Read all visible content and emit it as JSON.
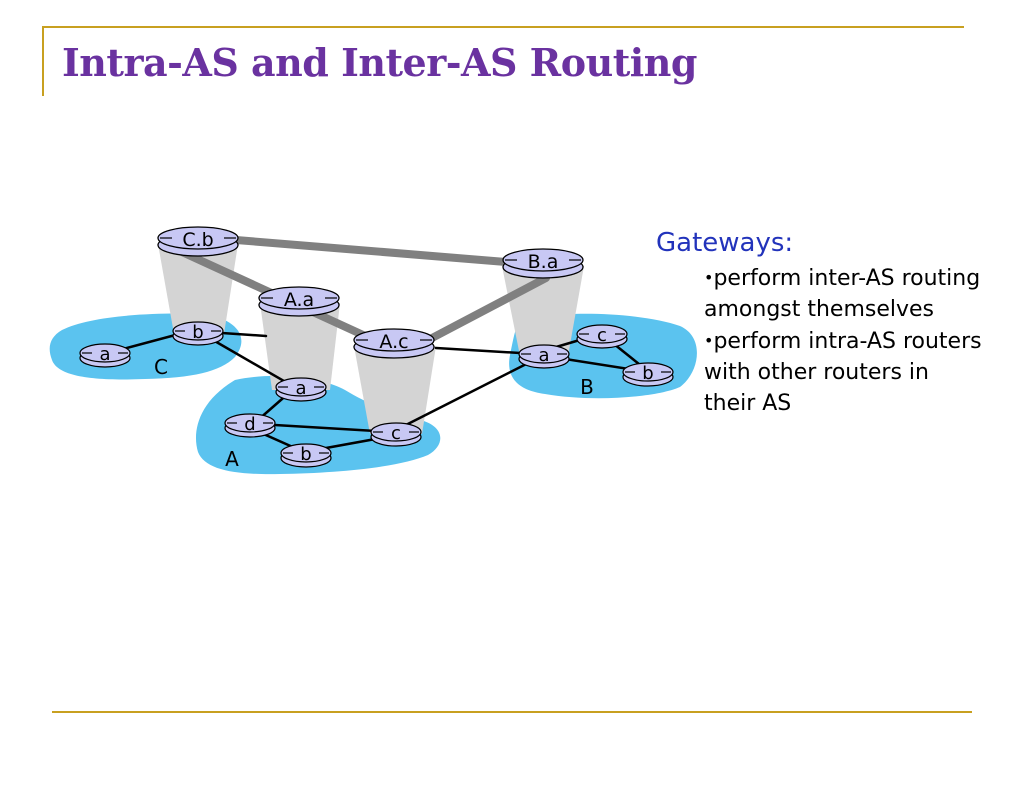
{
  "slide": {
    "title": "Intra-AS and Inter-AS Routing"
  },
  "diagram": {
    "as_labels": {
      "A": "A",
      "B": "B",
      "C": "C"
    },
    "routers": {
      "Cb": "C.b",
      "Ba": "B.a",
      "Aa_gw": "A.a",
      "Ac": "A.c",
      "c_a": "a",
      "c_b": "b",
      "a_a": "a",
      "a_d": "d",
      "a_b": "b",
      "a_c": "c",
      "b_a": "a",
      "b_b": "b",
      "b_c": "c"
    },
    "colors": {
      "cloud": "#5bc3ef",
      "router_fill": "#c8c8f4",
      "cylinder": "#d4d4d4",
      "inter_link": "#808080",
      "intra_link": "#000000"
    }
  },
  "gateways": {
    "heading": "Gateways:",
    "bullets": [
      "perform inter-AS routing amongst themselves",
      "perform intra-AS routers with other routers in their AS"
    ]
  }
}
